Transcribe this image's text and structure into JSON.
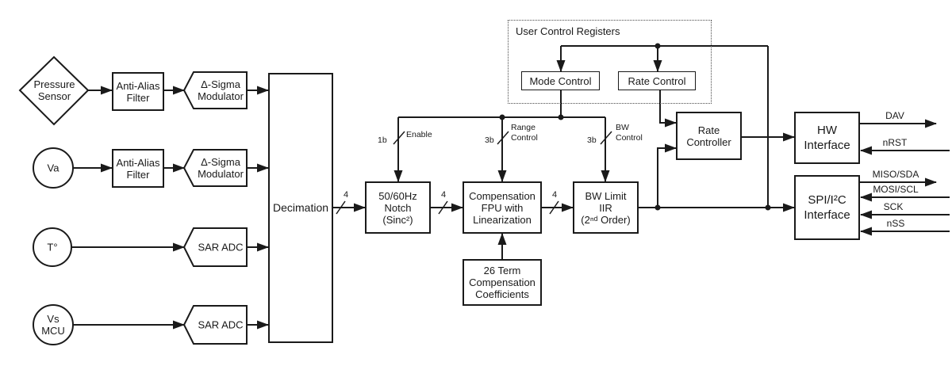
{
  "colors": {
    "line": "#1a1a1a",
    "background": "#ffffff"
  },
  "nodes": {
    "pressure_sensor": {
      "l1": "Pressure",
      "l2": "Sensor"
    },
    "va": {
      "l1": "Va"
    },
    "temp": {
      "l1": "T°"
    },
    "vs_mcu": {
      "l1": "Vs",
      "l2": "MCU"
    },
    "aa_filter_1": {
      "l1": "Anti-Alias",
      "l2": "Filter"
    },
    "aa_filter_2": {
      "l1": "Anti-Alias",
      "l2": "Filter"
    },
    "dsm_1": {
      "l1": "Δ-Sigma",
      "l2": "Modulator"
    },
    "dsm_2": {
      "l1": "Δ-Sigma",
      "l2": "Modulator"
    },
    "sar_adc_1": {
      "l1": "SAR ADC"
    },
    "sar_adc_2": {
      "l1": "SAR ADC"
    },
    "decimation": {
      "l1": "Decimation"
    },
    "notch": {
      "l1": "50/60Hz",
      "l2": "Notch",
      "l3": "(Sinc²)"
    },
    "comp_fpu": {
      "l1": "Compensation",
      "l2": "FPU with",
      "l3": "Linearization"
    },
    "bw_limit": {
      "l1": "BW Limit",
      "l2": "IIR",
      "l3": "(2ⁿᵈ Order)"
    },
    "coeffs": {
      "l1": "26 Term",
      "l2": "Compensation",
      "l3": "Coefficients"
    },
    "ucr": {
      "title": "User Control Registers"
    },
    "mode_control": {
      "l1": "Mode Control"
    },
    "rate_control": {
      "l1": "Rate Control"
    },
    "rate_controller": {
      "l1": "Rate",
      "l2": "Controller"
    },
    "hw_interface": {
      "l1": "HW",
      "l2": "Interface"
    },
    "spi_interface": {
      "l1": "SPI/I²C",
      "l2": "Interface"
    }
  },
  "bus_labels": {
    "b1": "4",
    "b2": "4",
    "b3": "4"
  },
  "control_labels": {
    "enable": {
      "bits": "1b",
      "l1": "Enable"
    },
    "range": {
      "bits": "3b",
      "l1": "Range",
      "l2": "Control"
    },
    "bw": {
      "bits": "3b",
      "l1": "BW",
      "l2": "Control"
    }
  },
  "signals": {
    "dav": "DAV",
    "nrst": "nRST",
    "miso_sda": "MISO/SDA",
    "mosi_scl": "MOSI/SCL",
    "sck": "SCK",
    "nss": "nSS"
  }
}
